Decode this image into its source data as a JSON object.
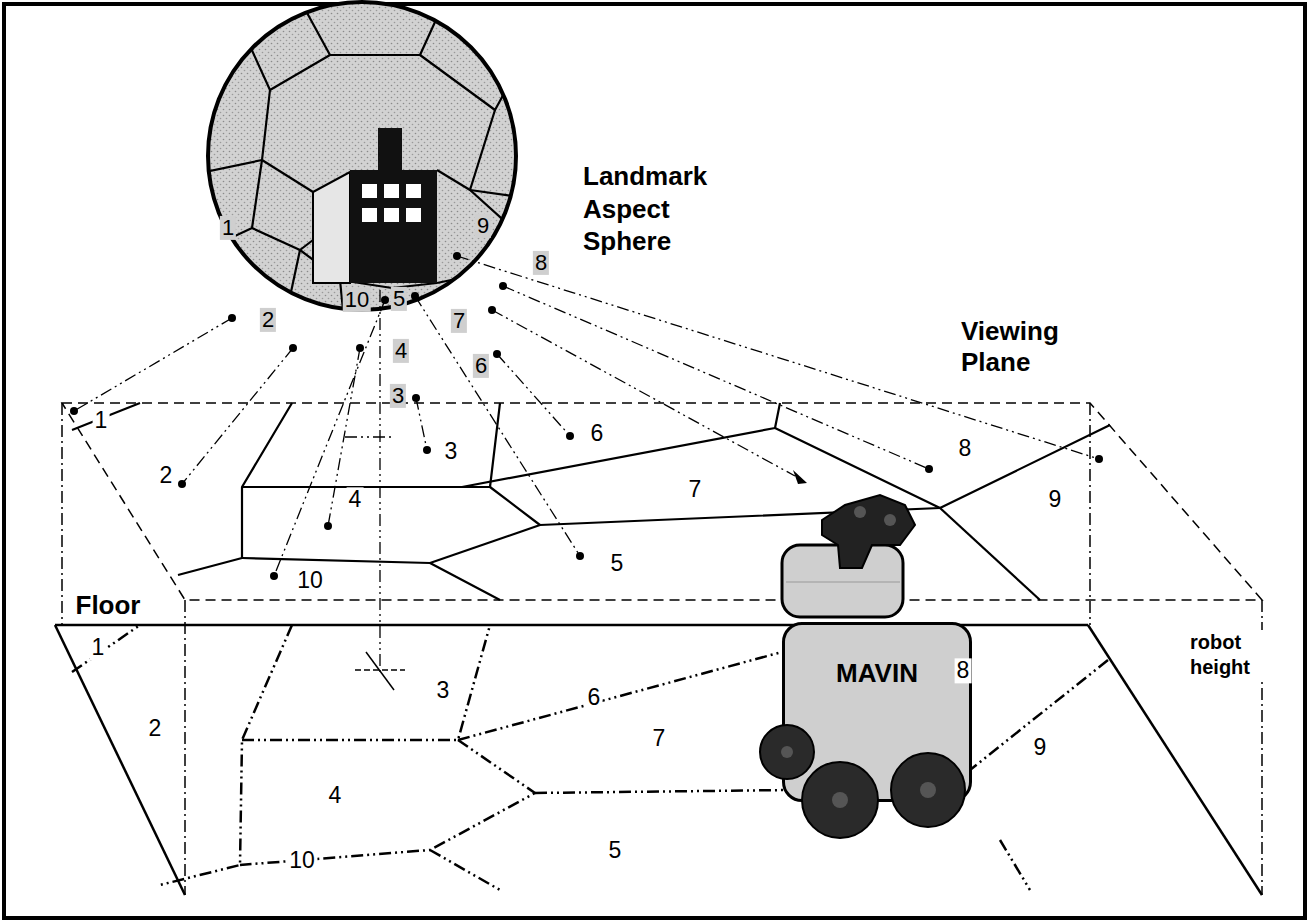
{
  "diagram": {
    "nodes": [
      {
        "text": [
          "Landmark Aspect Sphere"
        ]
      },
      {
        "text": [
          "MAVIN"
        ]
      }
    ],
    "labels": [
      "1",
      "9",
      "8",
      "10",
      "5",
      "7",
      "2",
      "4",
      "6",
      "3",
      "Viewing Plane",
      "1",
      "2",
      "3",
      "6",
      "8",
      "9",
      "7",
      "4",
      "5",
      "10",
      "Floor",
      "robot height",
      "1",
      "2",
      "3",
      "6",
      "7",
      "8",
      "4",
      "9",
      "10",
      "5"
    ]
  }
}
